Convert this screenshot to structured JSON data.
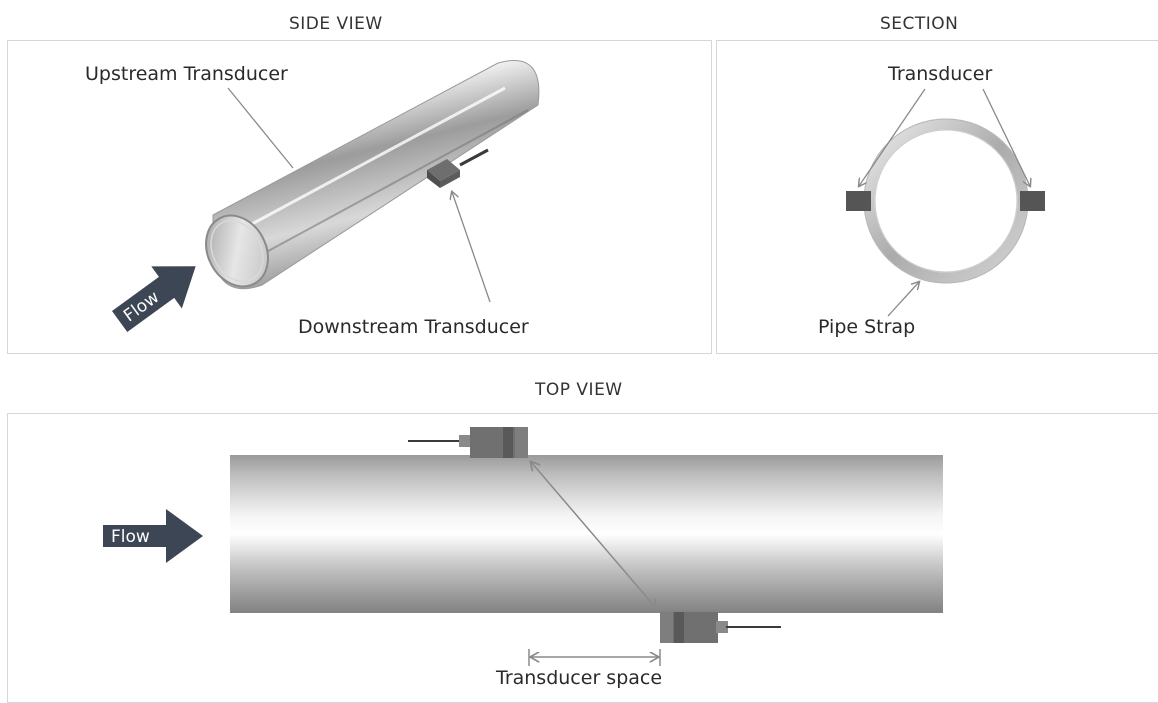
{
  "side_view": {
    "title": "SIDE VIEW",
    "upstream_label": "Upstream Transducer",
    "downstream_label": "Downstream Transducer",
    "flow_label": "Flow"
  },
  "section_view": {
    "title": "SECTION",
    "transducer_label": "Transducer",
    "strap_label": "Pipe Strap"
  },
  "top_view": {
    "title": "TOP VIEW",
    "flow_label": "Flow",
    "spacing_label": "Transducer space"
  },
  "colors": {
    "arrow": "#3d4654",
    "transducer": "#5a5a5a",
    "leader": "#8a8a8a",
    "panel_border": "#d6d6d6"
  }
}
